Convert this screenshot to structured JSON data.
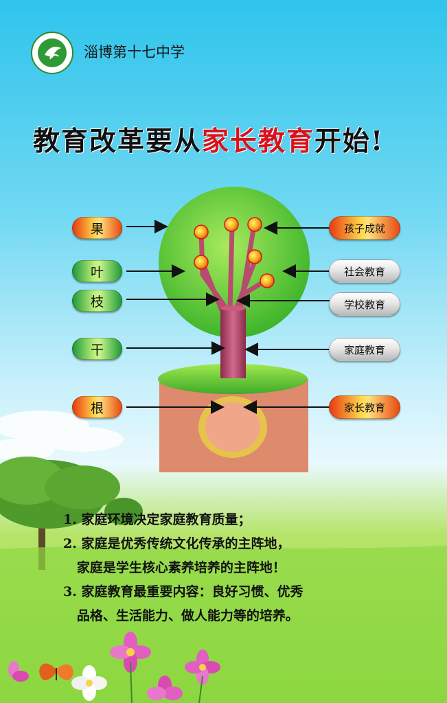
{
  "header": {
    "school_name": "淄博第十七中学"
  },
  "headline": {
    "before": "教育改革要从",
    "highlight": "家长教育",
    "after": "开始!"
  },
  "tree_parts": [
    {
      "label": "果"
    },
    {
      "label": "叶"
    },
    {
      "label": "枝"
    },
    {
      "label": "干"
    },
    {
      "label": "根"
    }
  ],
  "education_types": [
    {
      "label": "孩子成就"
    },
    {
      "label": "社会教育"
    },
    {
      "label": "学校教育"
    },
    {
      "label": "家庭教育"
    },
    {
      "label": "家长教育"
    }
  ],
  "points": [
    "1. 家庭环境决定家庭教育质量；",
    "2. 家庭是优秀传统文化传承的主阵地，",
    "   家庭是学生核心素养培养的主阵地！",
    "3. 家庭教育最重要内容：良好习惯、优秀",
    "   品格、生活能力、做人能力等的培养。"
  ],
  "colors": {
    "highlight": "#d8121d",
    "tree_crown": "#5ccf3a",
    "trunk": "#b84c6e",
    "soil": "#de8a6c"
  }
}
